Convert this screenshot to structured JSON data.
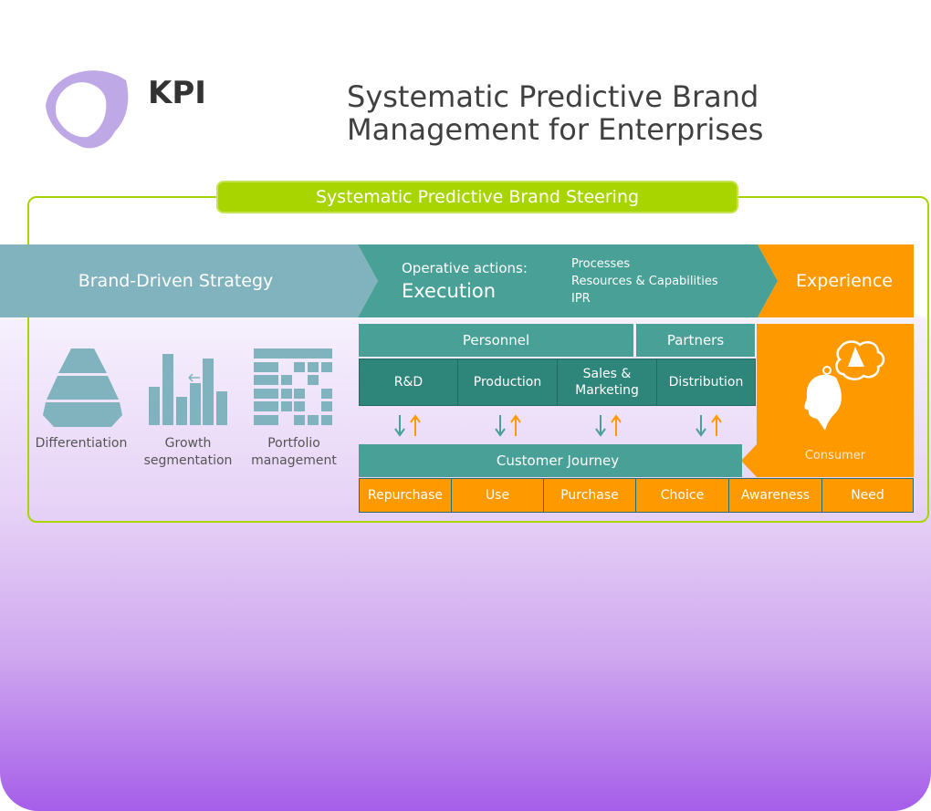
{
  "logo": {
    "text": "KPI"
  },
  "title": {
    "line1": "Systematic Predictive Brand",
    "line2": "Management for Enterprises"
  },
  "steering": {
    "label": "Systematic Predictive Brand Steering"
  },
  "band": {
    "strategy": "Brand-Driven Strategy",
    "operative_label": "Operative actions:",
    "execution": "Execution",
    "items": [
      "Processes",
      "Resources & Capabilities",
      "IPR"
    ],
    "experience": "Experience"
  },
  "strategy_tools": [
    {
      "label1": "Differentiation",
      "label2": ""
    },
    {
      "label1": "Growth",
      "label2": "segmentation"
    },
    {
      "label1": "Portfolio",
      "label2": "management"
    }
  ],
  "org": {
    "personnel": "Personnel",
    "partners": "Partners",
    "departments": [
      "R&D",
      "Production",
      "Sales &\nMarketing",
      "Distribution"
    ]
  },
  "journey": {
    "label": "Customer Journey",
    "stages": [
      "Repurchase",
      "Use",
      "Purchase",
      "Choice",
      "Awareness",
      "Need"
    ]
  },
  "consumer": {
    "label": "Consumer"
  },
  "colors": {
    "green": "#a8d400",
    "teal": "#48a096",
    "dark_teal": "#2e857a",
    "steel": "#80b3bd",
    "orange": "#ff9900"
  }
}
